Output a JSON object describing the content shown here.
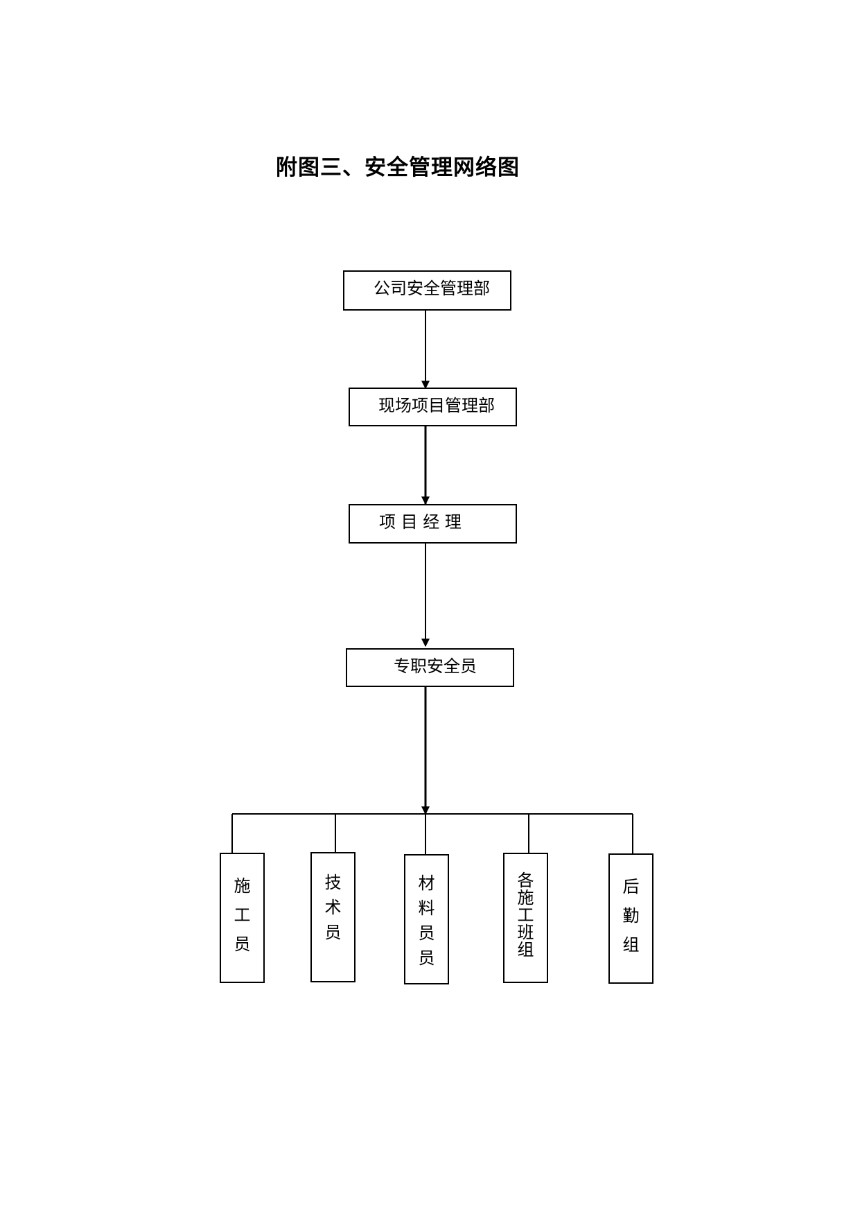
{
  "title": "附图三、安全管理网络图",
  "nodes": {
    "company_safety_dept": "公司安全管理部",
    "site_project_dept": "现场项目管理部",
    "project_manager": "项 目 经 理",
    "safety_officer": "专职安全员",
    "construction_staff": "施工员",
    "technician": "技术员",
    "material_staff": "材料员员",
    "work_teams": "各施工班组",
    "logistics_team": "后勤组"
  }
}
